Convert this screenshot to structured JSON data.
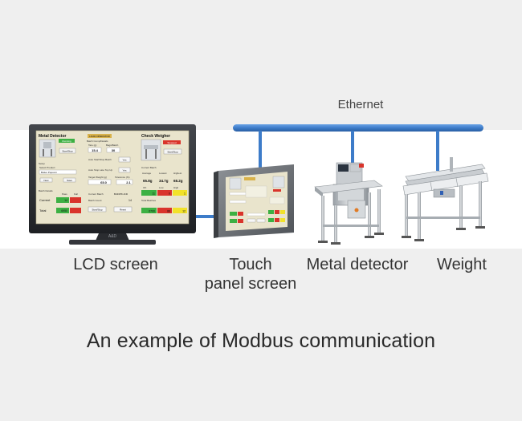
{
  "network": {
    "label": "Ethernet"
  },
  "devices": {
    "lcd": {
      "label": "LCD screen",
      "brand": "A&D",
      "panels": {
        "metal_detector_title": "Metal Detector",
        "metal_detector_status": "Running",
        "metal_detector_button": "Start/Stop",
        "setup_label": "Setup",
        "product_label": "Select Product",
        "product_value": "Butter Popcorn",
        "new_button": "New",
        "save_button": "Save",
        "batch_details_label": "Batch Details",
        "pass_label": "Pass",
        "fail_label": "Fail",
        "current_label": "Current",
        "current_pass": "14",
        "total_label": "Total",
        "total_pass": "6950",
        "mode_label": "LOAD OPERATOR",
        "batch_comp_label": "Batch Comp/Details",
        "tare_label": "Tare (g)",
        "tare_value": "15.4",
        "bags_label": "Bags/Batch",
        "bags_value": "30",
        "auto_start_label": "Auto Start/Stop Batch",
        "auto_start_value": "Yes",
        "auto_stop_label": "Auto Stop Late Top Up",
        "auto_stop_value": "Yes",
        "target_label": "Target Weight (g)",
        "target_value": "65.0",
        "tolerance_label": "Tolerance (%)",
        "tolerance_value": "2.1",
        "current_batch_label": "Current Batch",
        "current_batch_value": "BJ23PK-ICD",
        "batch_count_label": "Batch Count",
        "batch_count_value": "14",
        "start_stop_button": "Start/Stop",
        "reset_button": "Reset",
        "check_weigher_title": "Check Weigher",
        "check_weigher_status": "Stopped",
        "check_weigher_button": "Start/Stop",
        "current_batch_panel": "Current Batch",
        "average_label": "Average",
        "average_value": "65.8g",
        "lowest_label": "Lowest",
        "lowest_value": "34.7g",
        "highest_label": "Highest",
        "highest_value": "68.2g",
        "ok_label": "OK",
        "low_label": "Low",
        "high_label": "High",
        "ok_value": "11",
        "low_value": "0",
        "high_value": "1",
        "total_batches_label": "Total Batches",
        "total_ok_value": "6700",
        "total_low_value": "88",
        "total_high_value": "12"
      }
    },
    "touch_panel": {
      "label_line1": "Touch",
      "label_line2": "panel screen"
    },
    "metal_detector": {
      "label": "Metal detector"
    },
    "weight": {
      "label": "Weight"
    }
  },
  "caption": "An example of Modbus communication",
  "colors": {
    "background": "#efefef",
    "strip": "#ffffff",
    "cable": "#3d7cc9",
    "monitor_frame": "#2d2f33",
    "screen_bg": "#e9e4cc",
    "status_green": "#3cb043",
    "status_red": "#d9342b",
    "status_yellow": "#f2e229"
  }
}
